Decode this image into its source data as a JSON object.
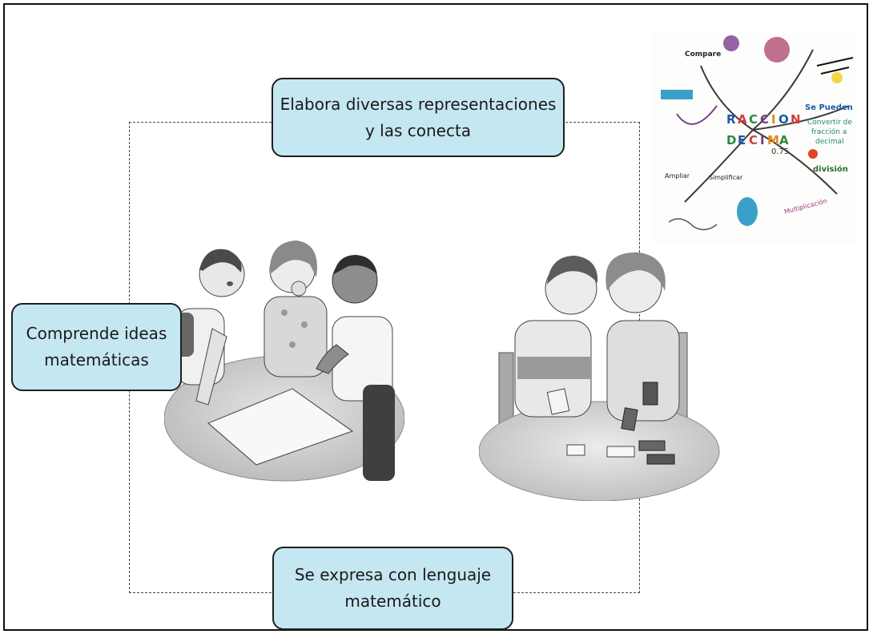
{
  "diagram": {
    "top_box": "Elabora diversas representaciones\ny las conecta",
    "left_box": "Comprende ideas\nmatemáticas",
    "bottom_box": "Se expresa con lenguaje\nmatemático"
  },
  "mindmap": {
    "words": [
      "Compare",
      "Se Pueden",
      "Convertir de",
      "fracción a",
      "decimal",
      "división",
      "Multiplicación",
      "Ampliar",
      "Simplificar",
      "0.75"
    ]
  },
  "colors": {
    "box_fill": "#c5e7f2",
    "box_border": "#1f1f1f",
    "connector": "#444444"
  }
}
